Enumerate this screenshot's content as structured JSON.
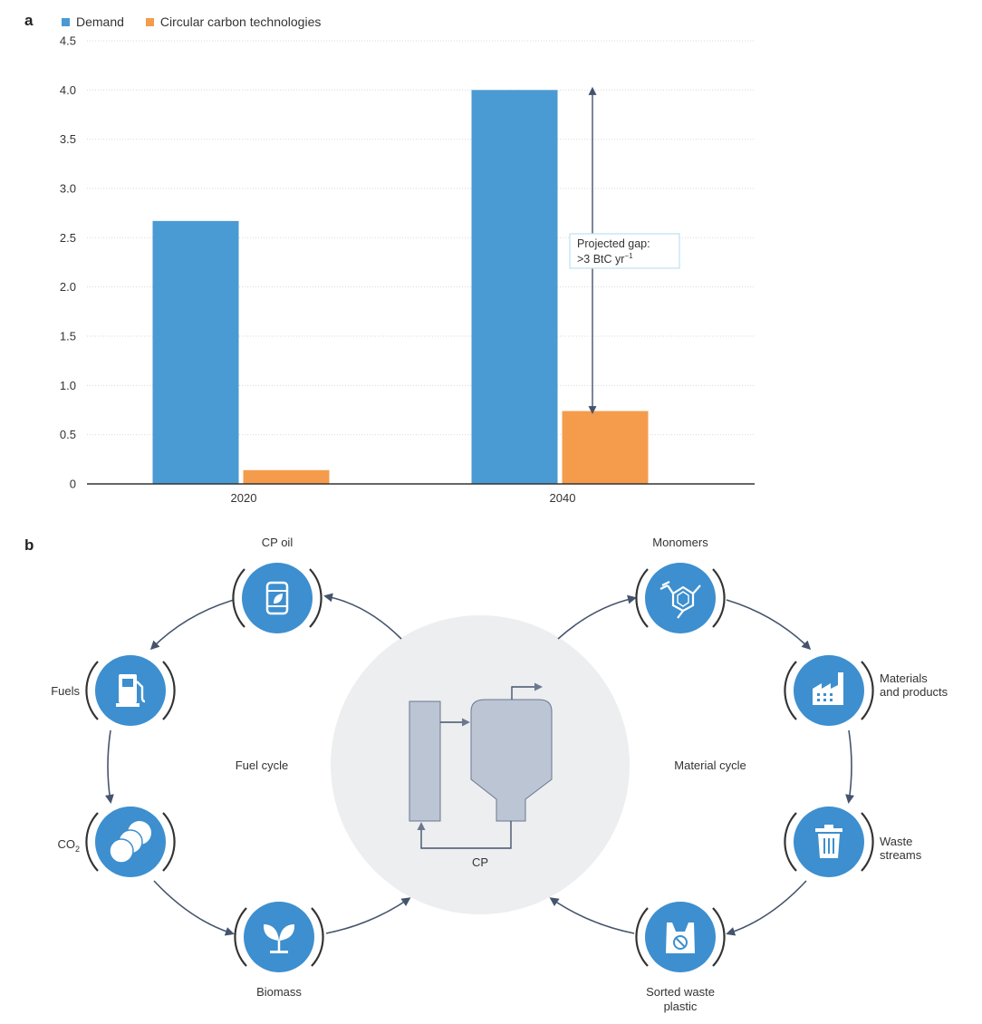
{
  "panels": {
    "a": "a",
    "b": "b"
  },
  "colors": {
    "demand": "#4a9ad3",
    "circular": "#f59c4c",
    "axis": "#333333",
    "grid": "#d9d9d9",
    "arrow": "#45546d",
    "icon": "#3d8fcf",
    "cp_bg": "#eceef0",
    "reactor": "#bcc5d4"
  },
  "chart_data": {
    "type": "bar",
    "categories": [
      "2020",
      "2040"
    ],
    "series": [
      {
        "name": "Demand",
        "values": [
          2.67,
          4.0
        ]
      },
      {
        "name": "Circular carbon technologies",
        "values": [
          0.14,
          0.74
        ]
      }
    ],
    "ylim": [
      0,
      4.5
    ],
    "yticks": [
      "0",
      "0.5",
      "1.0",
      "1.5",
      "2.0",
      "2.5",
      "3.0",
      "3.5",
      "4.0",
      "4.5"
    ],
    "ytick_values": [
      0,
      0.5,
      1.0,
      1.5,
      2.0,
      2.5,
      3.0,
      3.5,
      4.0,
      4.5
    ],
    "grid": true,
    "legend": "top-left",
    "annotation": {
      "line1": "Projected gap:",
      "line2_prefix": ">3 BtC yr",
      "line2_sup": "−1"
    }
  },
  "diagram": {
    "center": "CP",
    "fuel_cycle": "Fuel cycle",
    "material_cycle": "Material cycle",
    "nodes": {
      "cp_oil": "CP oil",
      "fuels": "Fuels",
      "co2_main": "CO",
      "co2_sub": "2",
      "biomass": "Biomass",
      "monomers": "Monomers",
      "materials_1": "Materials",
      "materials_2": "and products",
      "waste_1": "Waste",
      "waste_2": "streams",
      "sorted_1": "Sorted waste",
      "sorted_2": "plastic"
    },
    "icons": [
      "oil-barrel-icon",
      "fuel-pump-icon",
      "co2-molecule-icon",
      "plant-icon",
      "monomer-molecule-icon",
      "factory-icon",
      "trash-bin-icon",
      "plastic-bag-icon"
    ]
  }
}
